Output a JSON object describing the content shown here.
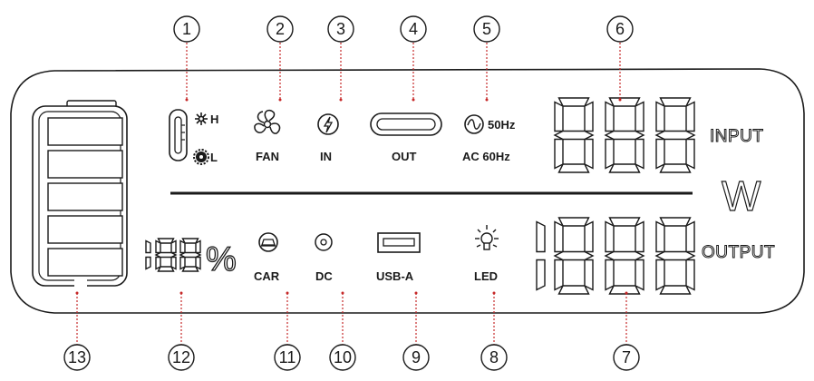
{
  "callouts": [
    "1",
    "2",
    "3",
    "4",
    "5",
    "6",
    "7",
    "8",
    "9",
    "10",
    "11",
    "12",
    "13"
  ],
  "labels": {
    "temp_high": "H",
    "temp_low": "L",
    "fan": "FAN",
    "input": "IN",
    "usbc_out": "OUT",
    "hz50": "50Hz",
    "ac60": "AC 60Hz",
    "input_word": "INPUT",
    "output_word": "OUTPUT",
    "watt_unit": "W",
    "percent": "%",
    "car": "CAR",
    "dc": "DC",
    "usba": "USB-A",
    "led": "LED"
  },
  "colors": {
    "leader": "#c62828",
    "ink": "#1a1a1a"
  }
}
